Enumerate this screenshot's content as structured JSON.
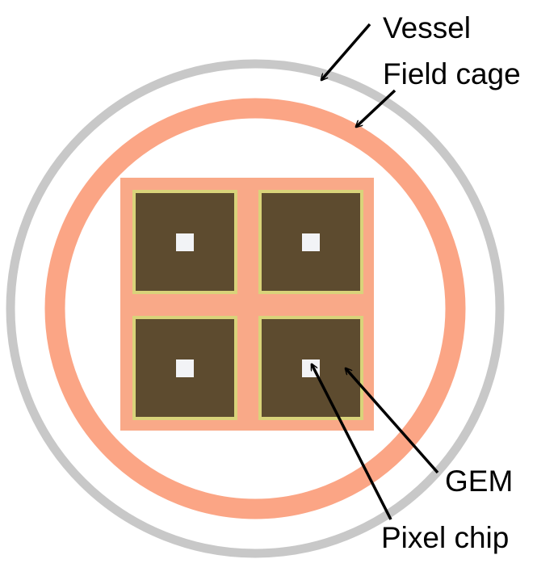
{
  "labels": {
    "vessel": "Vessel",
    "field_cage": "Field cage",
    "gem": "GEM",
    "pixel_chip": "Pixel chip"
  },
  "colors": {
    "background": "#ffffff",
    "vessel": "#c8c8c8",
    "field_cage": "#fba585",
    "base_plate": "#f9a988",
    "gem": "#5d4b2f",
    "gem_border": "#d9d37a",
    "pixel_chip": "#f2f3f6",
    "arrow": "#000000",
    "text": "#000000"
  },
  "layout_grid": {
    "gem_rows": 2,
    "gem_cols": 2
  }
}
